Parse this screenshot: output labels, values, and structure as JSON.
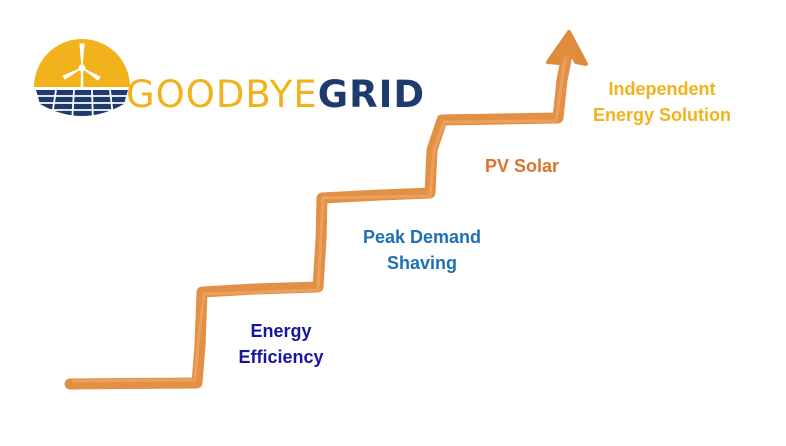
{
  "logo": {
    "word1": "GOODBYE",
    "word2": "GRID",
    "word1_color": "#F2B21B",
    "word2_color": "#1F3B6E",
    "sun_color": "#F2B21B",
    "panel_color": "#1F3B6E"
  },
  "staircase": {
    "color": "#E08A3C"
  },
  "steps": [
    {
      "line1": "Energy",
      "line2": "Efficiency",
      "color": "#17179A"
    },
    {
      "line1": "Peak Demand",
      "line2": "Shaving",
      "color": "#1E6FB4"
    },
    {
      "line1": "PV Solar",
      "line2": "",
      "color": "#D9742A"
    },
    {
      "line1": "Independent",
      "line2": "Energy Solution",
      "color": "#F2B21B"
    }
  ]
}
